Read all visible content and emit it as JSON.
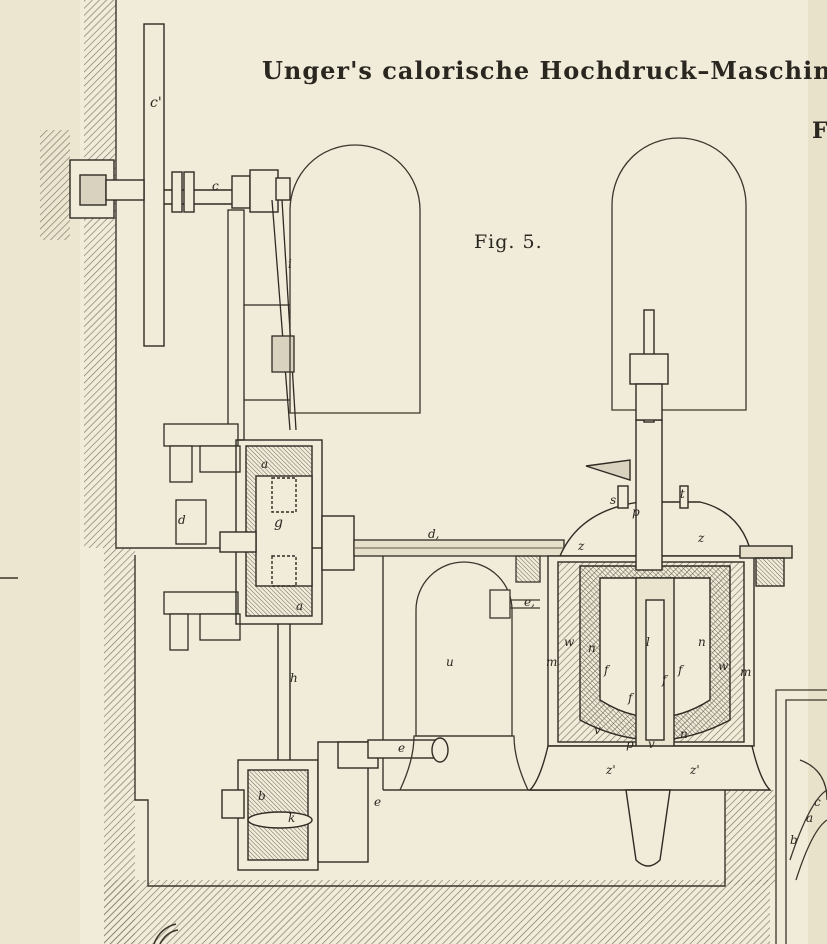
{
  "plate": {
    "title": "Unger's calorische Hochdruck–Maschine.",
    "figure_label": "Fig. 5.",
    "next_figure_fragment": "F"
  },
  "labels": {
    "c_prime": "c'",
    "c": "c",
    "i": "i",
    "a_upper": "a",
    "g": "g",
    "d": "d",
    "d1": "d,",
    "a_lower": "a",
    "h": "h",
    "b": "b",
    "k": "k",
    "e_lower": "e",
    "e_side": "e",
    "e1": "e,",
    "u": "u",
    "s": "s",
    "p_top": "p",
    "t": "t",
    "z_left": "z",
    "z_right": "z",
    "w_left": "w",
    "n_left": "n",
    "f_left": "f",
    "l": "l",
    "f_center": "f",
    "f_right": "f",
    "f_low": "f",
    "n_right": "n",
    "w_right": "w",
    "m_left": "m",
    "m_right": "m",
    "v_left": "v",
    "p_low": "p",
    "v_right": "v",
    "n_low": "n",
    "z1_left": "z'",
    "z1_right": "z'",
    "c_far": "c",
    "a_far": "a",
    "b_far": "b"
  }
}
